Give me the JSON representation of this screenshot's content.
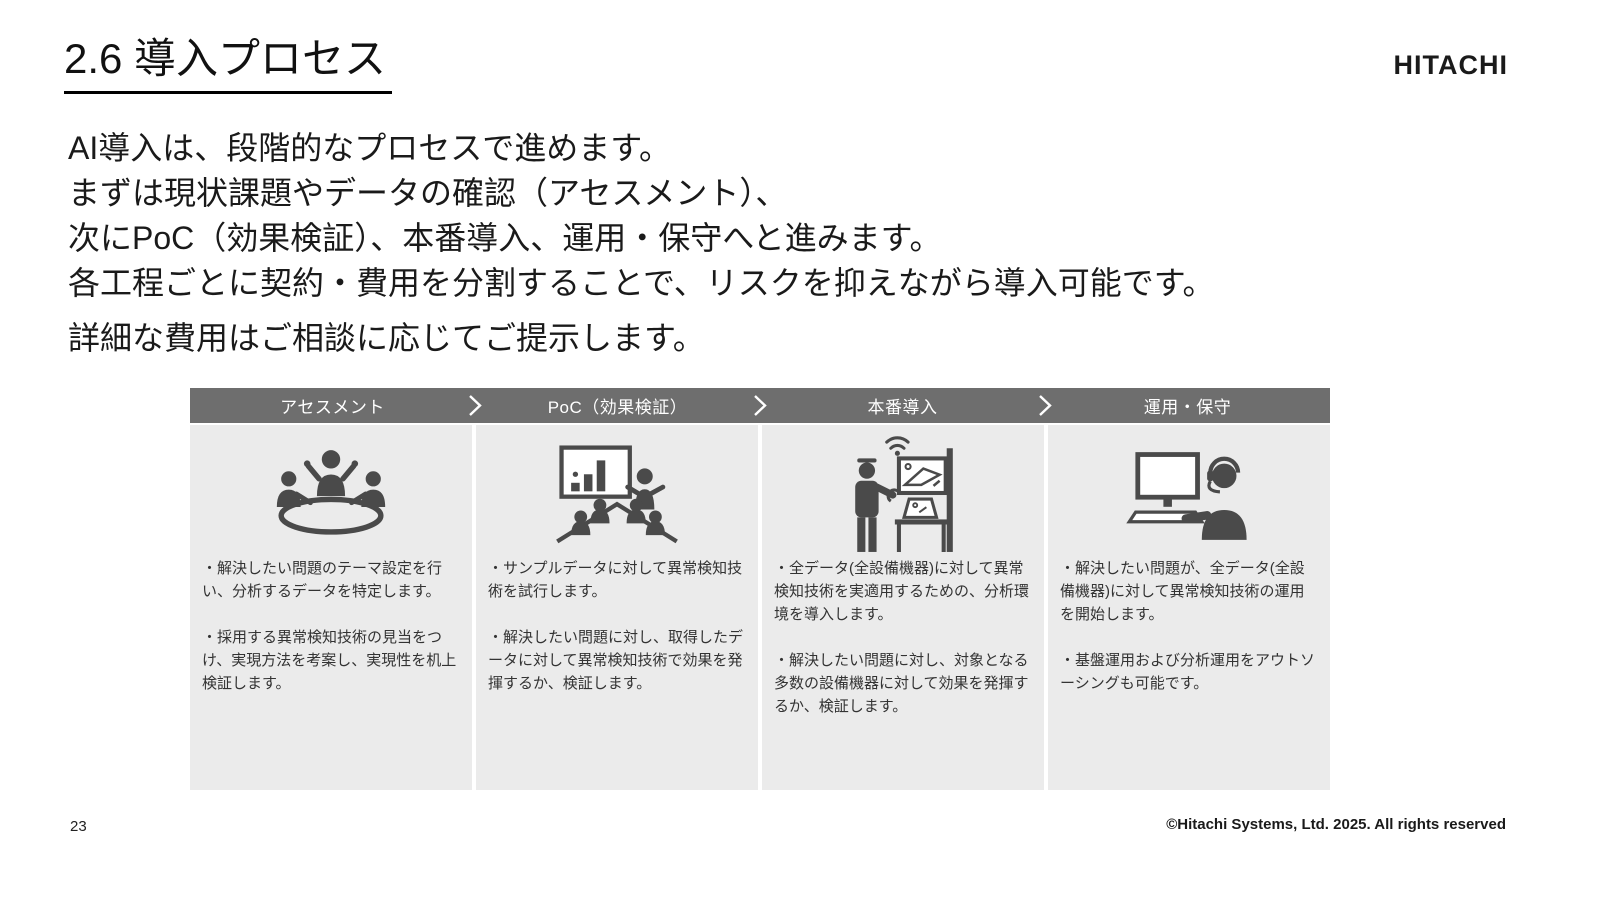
{
  "slide": {
    "title": "2.6 導入プロセス",
    "logo": "HITACHI",
    "intro_lines": [
      "AI導入は、段階的なプロセスで進めます。",
      "まずは現状課題やデータの確認（アセスメント）、",
      "次にPoC（効果検証）、本番導入、運用・保守へと進みます。",
      "各工程ごとに契約・費用を分割することで、リスクを抑えながら導入可能です。",
      "詳細な費用はご相談に応じてご提示します。"
    ],
    "page_number": "23",
    "copyright": "©Hitachi Systems, Ltd. 2025. All rights reserved"
  },
  "process": {
    "colors": {
      "header_bg": "#6e6e6e",
      "header_text": "#ffffff",
      "column_bg": "#ebebeb",
      "icon_color": "#4a4a4a",
      "chevron": "#ffffff"
    },
    "stages": [
      {
        "header": "アセスメント",
        "icon": "meeting-round-table-icon",
        "bullets": [
          "・解決したい問題のテーマ設定を行い、分析するデータを特定します。",
          "・採用する異常検知技術の見当をつけ、実現方法を考案し、実現性を机上検証します。"
        ]
      },
      {
        "header": "PoC（効果検証）",
        "icon": "chart-presentation-icon",
        "bullets": [
          "・サンプルデータに対して異常検知技術を試行します。",
          "・解決したい問題に対し、取得したデータに対して異常検知技術で効果を発揮するか、検証します。"
        ]
      },
      {
        "header": "本番導入",
        "icon": "equipment-setup-icon",
        "bullets": [
          "・全データ(全設備機器)に対して異常検知技術を実適用するための、分析環境を導入します。",
          "・解決したい問題に対し、対象となる多数の設備機器に対して効果を発揮するか、検証します。"
        ]
      },
      {
        "header": "運用・保守",
        "icon": "support-operator-icon",
        "bullets": [
          "・解決したい問題が、全データ(全設備機器)に対して異常検知技術の運用を開始します。",
          "・基盤運用および分析運用をアウトソーシングも可能です。"
        ]
      }
    ]
  }
}
